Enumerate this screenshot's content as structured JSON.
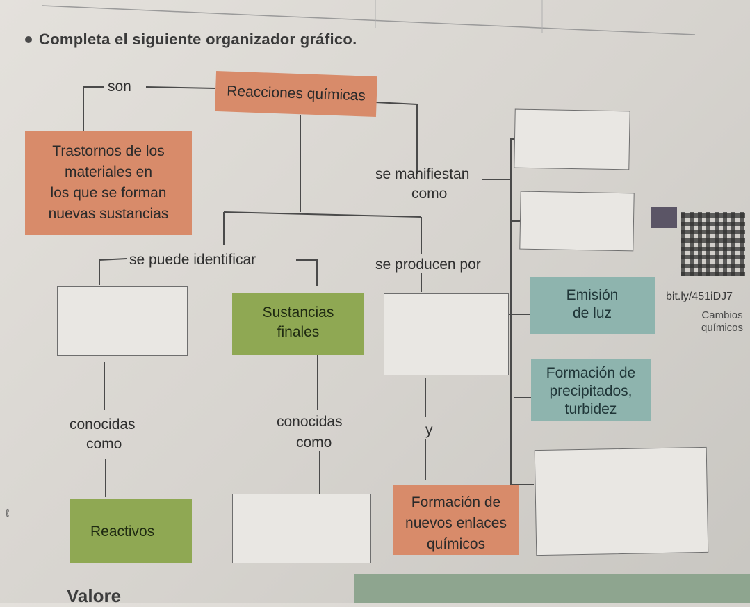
{
  "instruction": "Completa el siguiente organizador gráfico.",
  "colors": {
    "orange": "#d88b6a",
    "green": "#8fa853",
    "teal": "#8eb4ae"
  },
  "connectors": {
    "son": "son",
    "se_manifiestan": "se manifiestan",
    "como_1": "como",
    "se_puede_identificar": "se puede identificar",
    "se_producen_por": "se producen por",
    "conocidas_left": "conocidas",
    "como_left": "como",
    "conocidas_mid": "conocidas",
    "como_mid": "como",
    "y": "y"
  },
  "boxes": {
    "reacciones": "Reacciones químicas",
    "trastornos": [
      "Trastornos de los",
      "materiales en",
      "los que se forman",
      "nuevas sustancias"
    ],
    "sustancias_finales": [
      "Sustancias",
      "finales"
    ],
    "emision": [
      "Emisión",
      "de luz"
    ],
    "formacion_precipitados": [
      "Formación de",
      "precipitados,",
      "turbidez"
    ],
    "reactivos": "Reactivos",
    "nuevos_enlaces": [
      "Formación de",
      "nuevos enlaces",
      "químicos"
    ]
  },
  "link": {
    "url_text": "bit.ly/451iDJ7",
    "caption": [
      "Cambios",
      "químicos"
    ]
  },
  "margin_mark": "ℓ",
  "footer": "Valore"
}
